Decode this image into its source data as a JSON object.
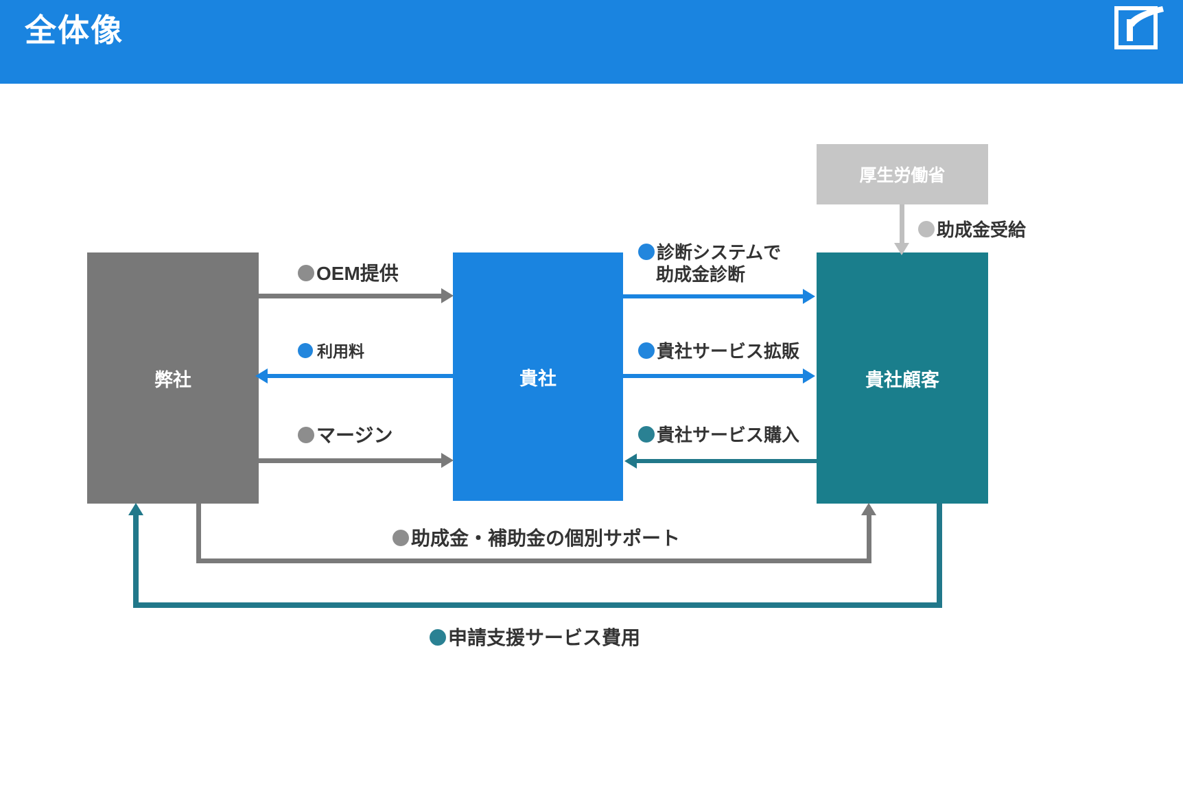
{
  "header": {
    "title": "全体像",
    "bg_color": "#1a84e0",
    "logo_name": "r-mark-logo"
  },
  "nodes": [
    {
      "id": "ours",
      "label": "弊社",
      "color": "#787878"
    },
    {
      "id": "you",
      "label": "貴社",
      "color": "#1a84e0"
    },
    {
      "id": "client",
      "label": "貴社顧客",
      "color": "#1a7e8c"
    },
    {
      "id": "gov",
      "label": "厚生労働省",
      "color": "#c6c6c6"
    }
  ],
  "flows": [
    {
      "id": "oem",
      "label": "OEM提供",
      "bullet_color": "#8d8d8d",
      "line_color": "#7a7a7a",
      "from": "ours",
      "to": "you",
      "direction": "right"
    },
    {
      "id": "usage-fee",
      "label": "利用料",
      "bullet_color": "#2286dd",
      "line_color": "#1a84e0",
      "from": "you",
      "to": "ours",
      "direction": "left"
    },
    {
      "id": "margin",
      "label": "マージン",
      "bullet_color": "#8d8d8d",
      "line_color": "#7a7a7a",
      "from": "ours",
      "to": "you",
      "direction": "right"
    },
    {
      "id": "diagnosis",
      "label_line1": "診断システムで",
      "label_line2": "助成金診断",
      "bullet_color": "#2286dd",
      "line_color": "#1a84e0",
      "from": "you",
      "to": "client",
      "direction": "right"
    },
    {
      "id": "expand-sales",
      "label": "貴社サービス拡販",
      "bullet_color": "#2286dd",
      "line_color": "#1a84e0",
      "from": "you",
      "to": "client",
      "direction": "right"
    },
    {
      "id": "service-purchase",
      "label": "貴社サービス購入",
      "bullet_color": "#2a8193",
      "line_color": "#21788a",
      "from": "client",
      "to": "you",
      "direction": "left"
    },
    {
      "id": "subsidy-receipt",
      "label": "助成金受給",
      "bullet_color": "#bdbdbd",
      "line_color": "#bfbfbf",
      "from": "gov",
      "to": "client",
      "direction": "down"
    },
    {
      "id": "individual-support",
      "label": "助成金・補助金の個別サポート",
      "bullet_color": "#8d8d8d",
      "line_color": "#7a7a7a",
      "from": "ours",
      "to": "client",
      "direction": "up"
    },
    {
      "id": "application-fee",
      "label": "申請支援サービス費用",
      "bullet_color": "#2a8193",
      "line_color": "#21788a",
      "from": "client",
      "to": "ours",
      "direction": "up"
    }
  ]
}
